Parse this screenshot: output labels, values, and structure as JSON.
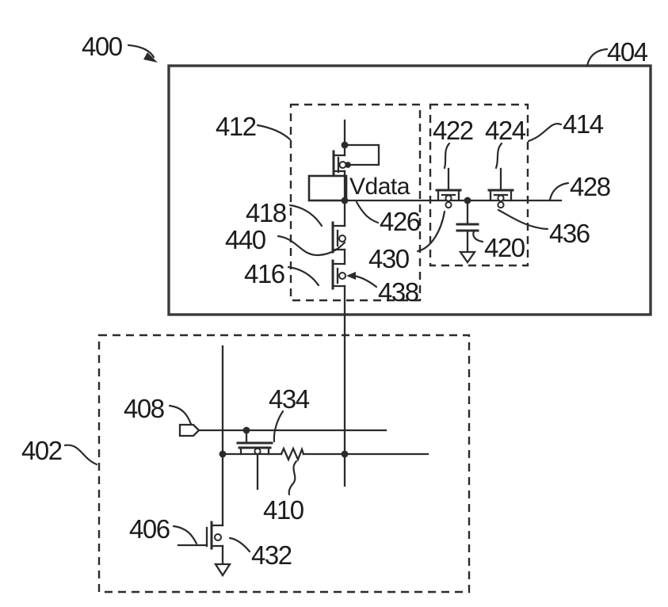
{
  "figure": {
    "type": "patent-circuit-schematic",
    "labels": {
      "l400": "400",
      "l402": "402",
      "l404": "404",
      "l406": "406",
      "l408": "408",
      "l410": "410",
      "l412": "412",
      "l414": "414",
      "l416": "416",
      "l418": "418",
      "l420": "420",
      "l422": "422",
      "l424": "424",
      "l426": "426",
      "l428": "428",
      "l430": "430",
      "l432": "432",
      "l434": "434",
      "l436": "436",
      "l438": "438",
      "l440": "440"
    },
    "node_labels": {
      "vdata": "Vdata"
    },
    "colors": {
      "line": "#2b2b2b",
      "outer_box": "#3a3a3a",
      "text": "#1c1c1c",
      "background": "#ffffff"
    }
  }
}
